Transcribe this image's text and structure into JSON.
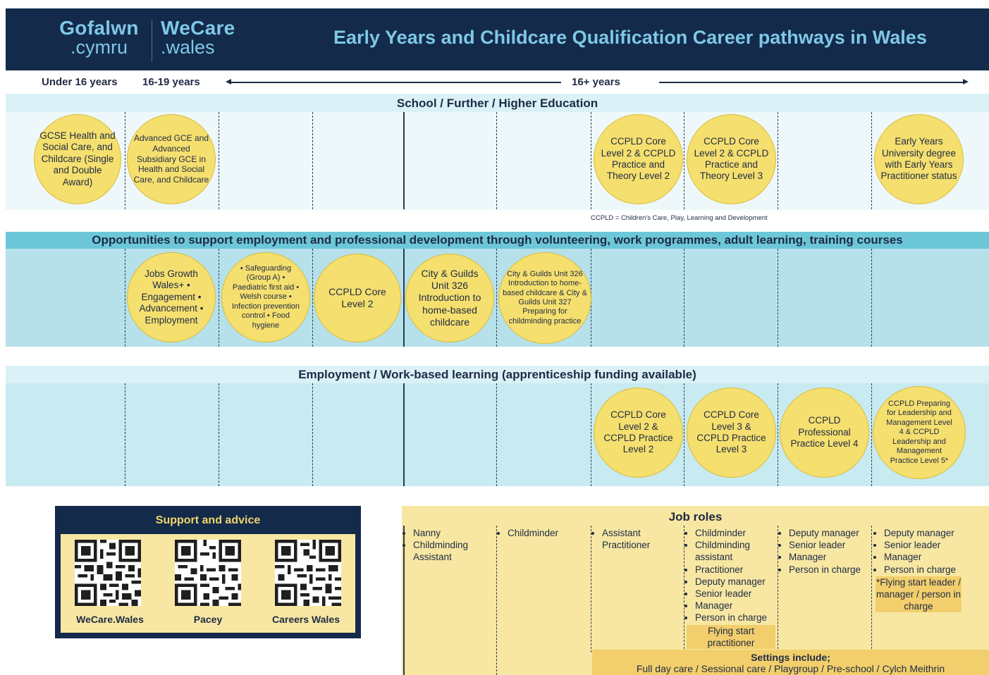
{
  "header": {
    "logo_gofalwn_line1": "Gofalwn",
    "logo_gofalwn_line2": ".cymru",
    "logo_wecare_line1": "WeCare",
    "logo_wecare_line2": ".wales",
    "title": "Early Years and Childcare Qualification Career pathways in Wales"
  },
  "age_bands": {
    "under16": "Under 16 years",
    "age16_19": "16-19 years",
    "age16plus": "16+ years"
  },
  "school_section": {
    "title": "School / Further / Higher Education",
    "footnote": "CCPLD = Children's Care, Play, Learning and Development",
    "circles": [
      "GCSE Health and Social Care, and Childcare (Single and Double Award)",
      "Advanced GCE and Advanced Subsidiary GCE in Health and Social Care, and Childcare",
      "CCPLD Core Level 2 & CCPLD Practice and Theory Level 2",
      "CCPLD Core Level 2 & CCPLD Practice and Theory Level 3",
      "Early Years University degree with Early Years Practitioner status"
    ]
  },
  "opportunities_section": {
    "title": "Opportunities to support employment and professional development through volunteering, work programmes, adult learning, training courses",
    "circles": [
      "Jobs Growth Wales+ • Engagement • Advancement • Employment",
      "• Safeguarding (Group A) • Paediatric first aid • Welsh course • Infection prevention control • Food hygiene",
      "CCPLD Core Level 2",
      "City & Guilds Unit 326 Introduction to home-based childcare",
      "City & Guilds Unit 326 Introduction to home-based childcare & City & Guilds Unit 327 Preparing for childminding practice"
    ]
  },
  "employment_section": {
    "title": "Employment / Work-based learning (apprenticeship funding available)",
    "circles": [
      "CCPLD Core Level 2 & CCPLD Practice Level 2",
      "CCPLD Core Level 3 & CCPLD Practice Level 3",
      "CCPLD Professional Practice Level 4",
      "CCPLD Preparing for Leadership and Management Level 4 & CCPLD Leadership and Management Practice Level 5*"
    ]
  },
  "support": {
    "title": "Support and advice",
    "items": [
      "WeCare.Wales",
      "Pacey",
      "Careers Wales"
    ]
  },
  "job_roles": {
    "title": "Job roles",
    "columns": [
      [
        "Nanny",
        "Childminding Assistant"
      ],
      [
        "Childminder"
      ],
      [
        "Assistant Practitioner"
      ],
      [
        "Childminder",
        "Childminding assistant",
        "Practitioner",
        "Deputy manager",
        "Senior leader",
        "Manager",
        "Person in charge"
      ],
      [
        "Deputy manager",
        "Senior leader",
        "Manager",
        "Person in charge"
      ],
      [
        "Deputy manager",
        "Senior leader",
        "Manager",
        "Person in charge"
      ]
    ],
    "col4_highlight": "Flying start practitioner",
    "col6_highlight": "*Flying start leader / manager / person in charge",
    "settings_title": "Settings include;",
    "settings_text": "Full day care / Sessional care / Playgroup / Pre-school / Cylch Meithrin"
  },
  "colors": {
    "navy": "#132a4a",
    "logo_blue": "#7fc8e6",
    "circle_yellow": "#f5df6e",
    "band_light": "#daf1f7",
    "band_mid": "#b6e1ea",
    "band_title_teal": "#6cc8d9",
    "job_yellow": "#f7e7a2"
  }
}
